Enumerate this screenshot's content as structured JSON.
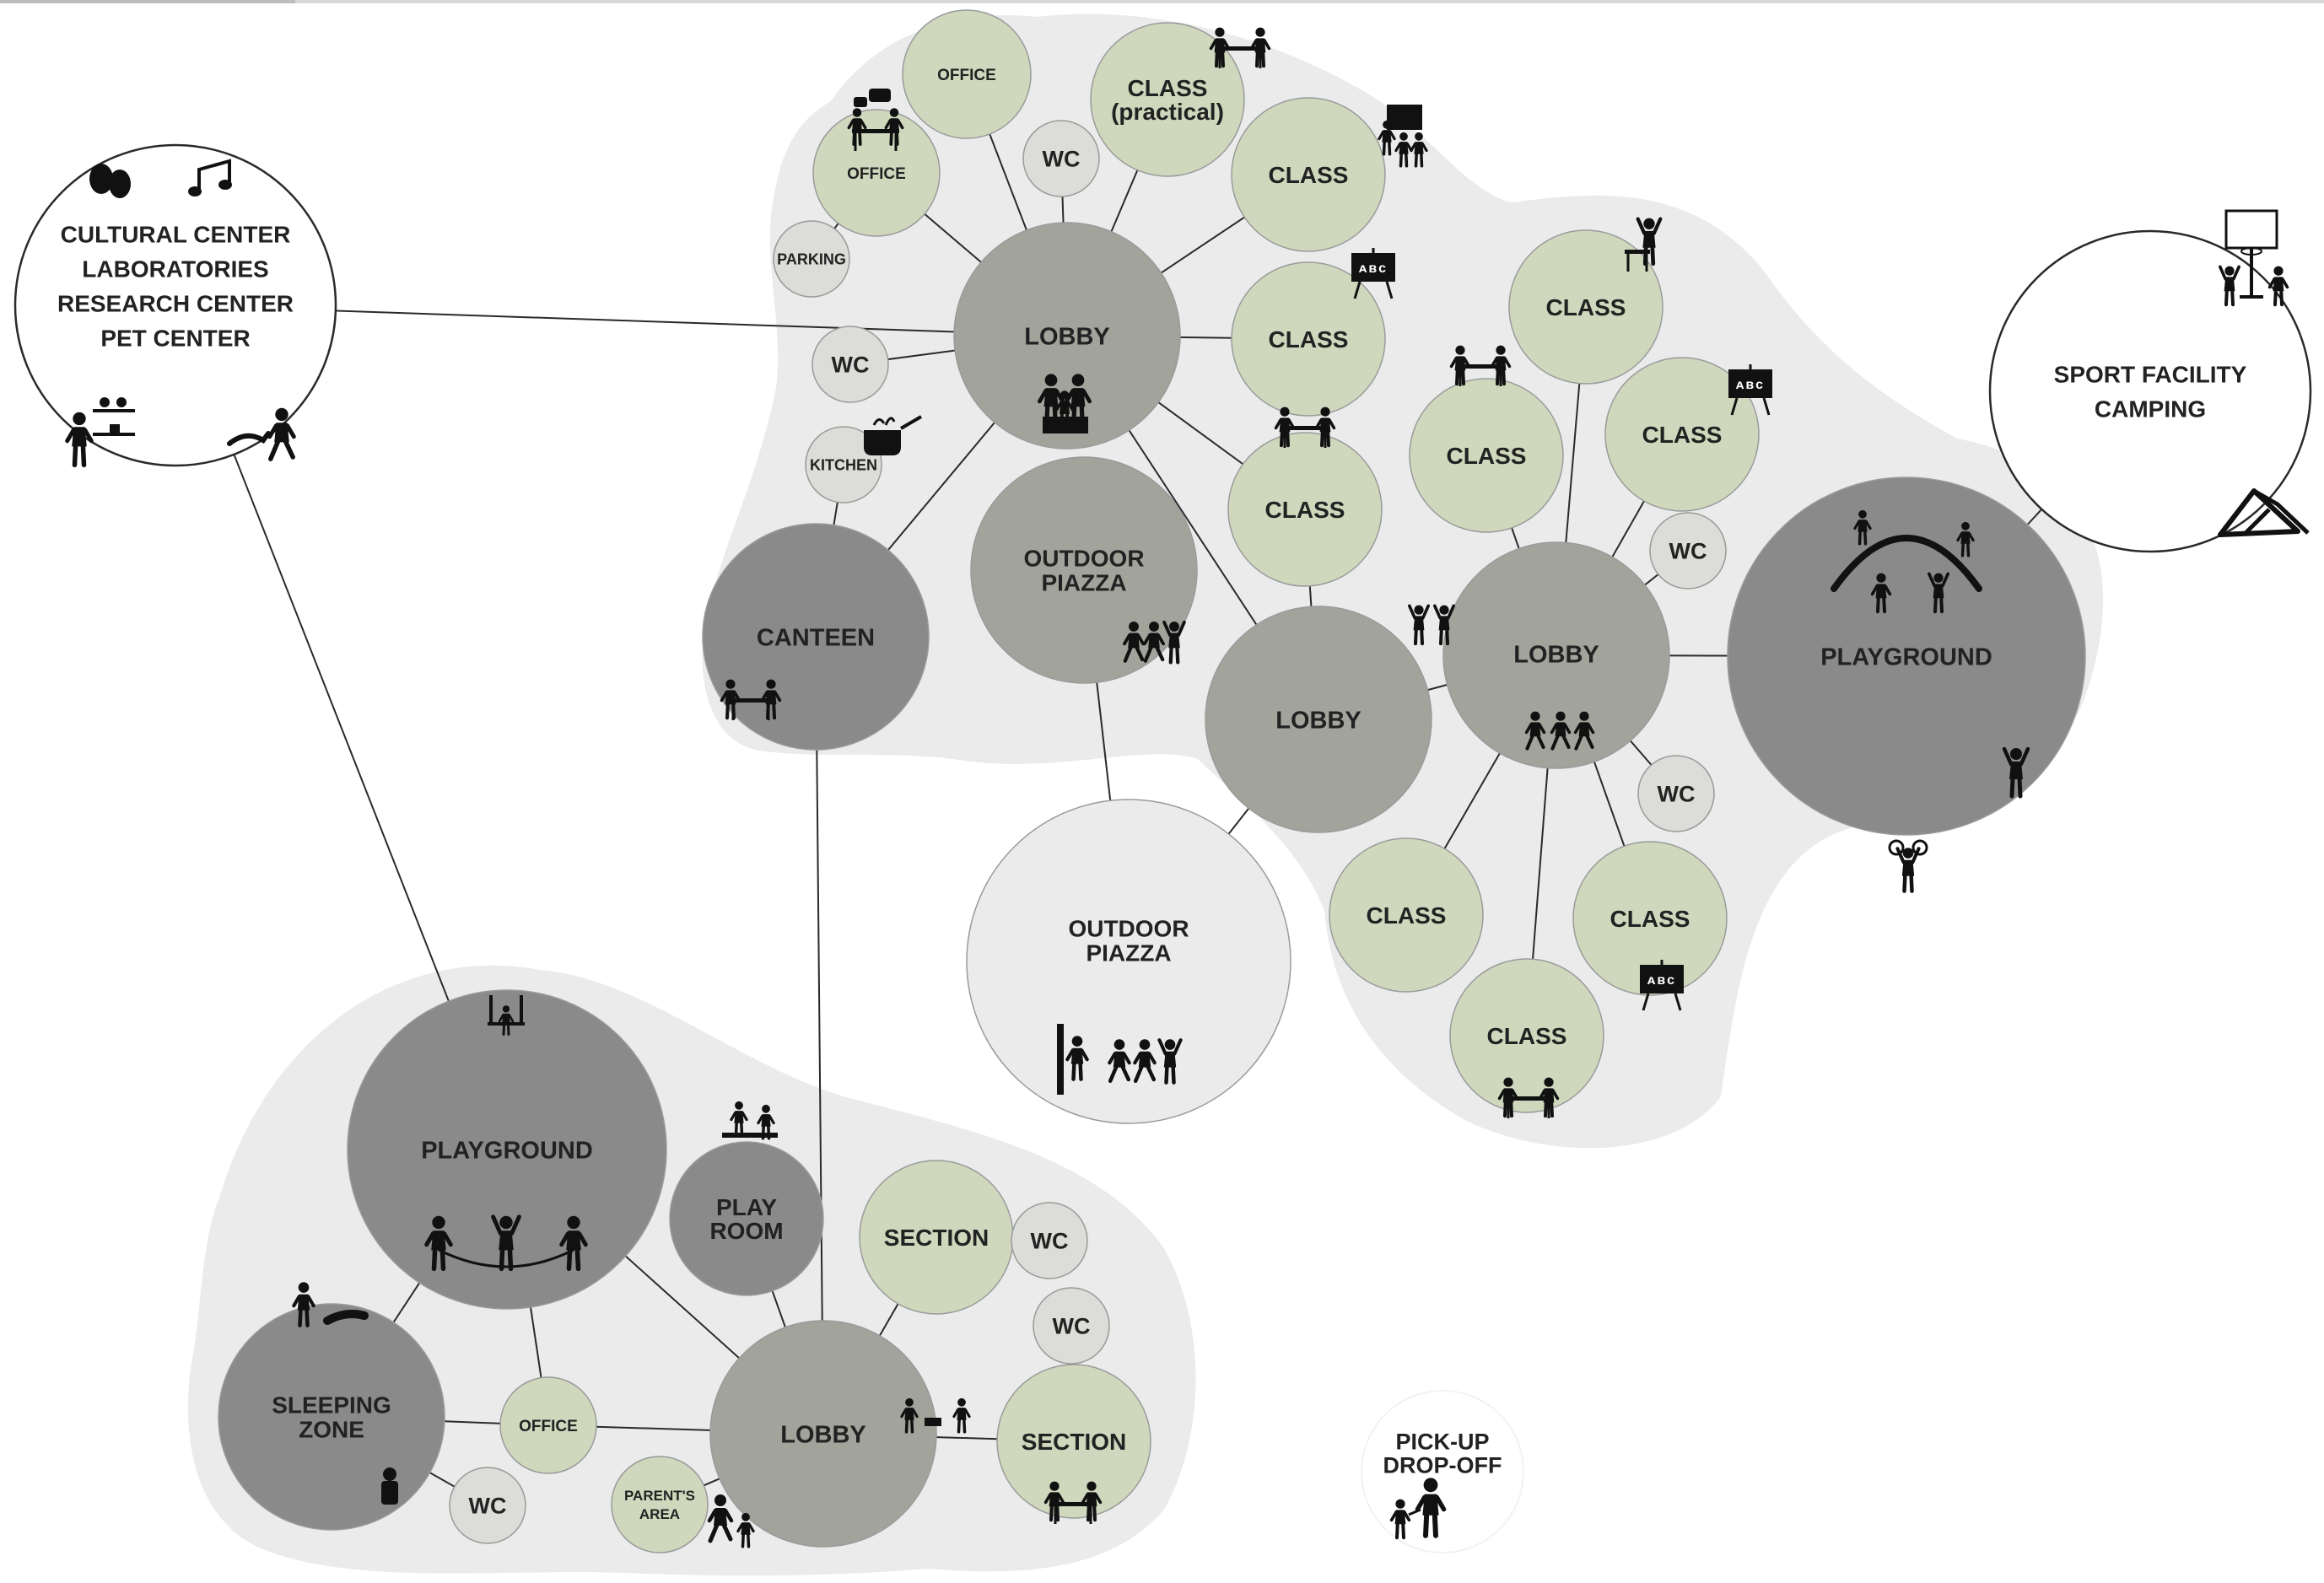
{
  "colors": {
    "blob": "#ebebeb",
    "dark": "#8a8a8a",
    "medium": "#a2a39b",
    "green": "#cfd8bd",
    "wc": "#dcdcd9",
    "light": "#ebebeb",
    "white": "#ffffff",
    "line": "#2a2a2a",
    "outline": "#9a9a9a"
  },
  "labels": {
    "cultural": [
      "CULTURAL CENTER",
      "LABORATORIES",
      "RESEARCH CENTER",
      "PET CENTER"
    ],
    "sport": [
      "SPORT FACILITY",
      "CAMPING"
    ],
    "office_top": [
      "OFFICE"
    ],
    "office_left": [
      "OFFICE"
    ],
    "parking": [
      "PARKING"
    ],
    "wc_top": [
      "WC"
    ],
    "class_practical": [
      "CLASS",
      "(practical)"
    ],
    "class_1": [
      "CLASS"
    ],
    "lobby_top": [
      "LOBBY"
    ],
    "wc_left": [
      "WC"
    ],
    "kitchen": [
      "KITCHEN"
    ],
    "class_2": [
      "CLASS"
    ],
    "class_3": [
      "CLASS"
    ],
    "outdoor_piazza_1": [
      "OUTDOOR",
      "PIAZZA"
    ],
    "canteen": [
      "CANTEEN"
    ],
    "lobby_mid": [
      "LOBBY"
    ],
    "outdoor_piazza_2": [
      "OUTDOOR",
      "PIAZZA"
    ],
    "class_4": [
      "CLASS"
    ],
    "class_5": [
      "CLASS"
    ],
    "class_6": [
      "CLASS"
    ],
    "wc_right": [
      "WC"
    ],
    "lobby_right": [
      "LOBBY"
    ],
    "wc_right2": [
      "WC"
    ],
    "class_7": [
      "CLASS"
    ],
    "class_8": [
      "CLASS"
    ],
    "class_9": [
      "CLASS"
    ],
    "playground_right": [
      "PLAYGROUND"
    ],
    "playground_left": [
      "PLAYGROUND"
    ],
    "play_room": [
      "PLAY",
      "ROOM"
    ],
    "section_1": [
      "SECTION"
    ],
    "wc_s1": [
      "WC"
    ],
    "wc_s2": [
      "WC"
    ],
    "sleeping_zone": [
      "SLEEPING",
      "ZONE"
    ],
    "office_bottom": [
      "OFFICE"
    ],
    "lobby_bottom": [
      "LOBBY"
    ],
    "section_2": [
      "SECTION"
    ],
    "wc_bottom": [
      "WC"
    ],
    "parents_area": [
      "PARENT'S",
      "AREA"
    ],
    "pickup": [
      "PICK-UP",
      "DROP-OFF"
    ]
  },
  "icons": {
    "theater_masks": "theater-masks-icon",
    "music_notes": "music-notes-icon",
    "laboratory": "laboratory-icon",
    "pet": "pet-walking-icon",
    "basketball": "basketball-hoop-icon",
    "tent": "tent-icon",
    "meeting": "office-meeting-icon",
    "students_desk": "students-at-desk-icon",
    "teacher_board": "teacher-board-icon",
    "abc_board": "abc-board-icon",
    "family": "family-icon",
    "cooking_pot": "cooking-pot-icon",
    "dining": "dining-table-icon",
    "children_running": "children-running-icon",
    "children_playing": "children-playing-icon",
    "monkey_bars": "monkey-bars-icon",
    "climbing": "climbing-child-icon",
    "rings": "gym-rings-icon",
    "jump_rope": "jump-rope-icon",
    "swing": "swing-icon",
    "building_blocks": "building-blocks-icon",
    "sleeping": "sleeping-child-icon",
    "baby": "baby-icon",
    "parent_child": "parent-and-child-icon",
    "child_hand": "child-holding-hand-icon",
    "queue": "children-queue-icon"
  }
}
